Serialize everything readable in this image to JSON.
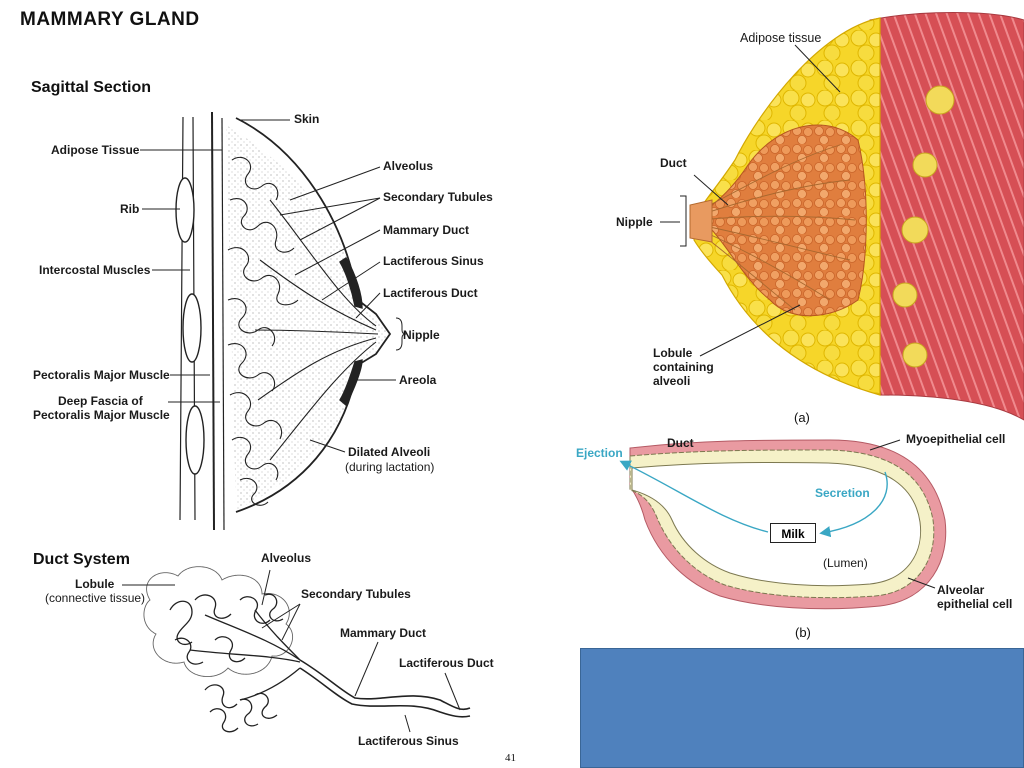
{
  "slide": {
    "title": "MAMMARY  GLAND",
    "page_number": "41"
  },
  "sagittal": {
    "heading": "Sagittal Section",
    "labels": {
      "skin": "Skin",
      "adipose": "Adipose Tissue",
      "rib": "Rib",
      "intercostal": "Intercostal Muscles",
      "pectoralis": "Pectoralis Major Muscle",
      "deep_fascia_1": "Deep Fascia of",
      "deep_fascia_2": "Pectoralis Major Muscle",
      "alveolus": "Alveolus",
      "secondary_tubules": "Secondary Tubules",
      "mammary_duct": "Mammary Duct",
      "lactiferous_sinus": "Lactiferous Sinus",
      "lactiferous_duct": "Lactiferous Duct",
      "nipple": "Nipple",
      "areola": "Areola",
      "dilated_alveoli": "Dilated Alveoli",
      "during_lactation": "(during lactation)"
    }
  },
  "duct_system": {
    "heading": "Duct System",
    "labels": {
      "alveolus": "Alveolus",
      "lobule": "Lobule",
      "connective": "(connective tissue)",
      "secondary_tubules": "Secondary Tubules",
      "mammary_duct": "Mammary Duct",
      "lactiferous_duct": "Lactiferous Duct",
      "lactiferous_sinus": "Lactiferous Sinus"
    }
  },
  "figure_a": {
    "caption": "(a)",
    "labels": {
      "adipose": "Adipose tissue",
      "duct": "Duct",
      "nipple": "Nipple",
      "lobule_1": "Lobule",
      "lobule_2": "containing",
      "lobule_3": "alveoli"
    }
  },
  "figure_b": {
    "caption": "(b)",
    "labels": {
      "duct": "Duct",
      "ejection": "Ejection",
      "myoepithelial": "Myoepithelial cell",
      "secretion": "Secretion",
      "milk": "Milk",
      "lumen": "(Lumen)",
      "alveolar_1": "Alveolar",
      "alveolar_2": "epithelial cell"
    }
  },
  "colors": {
    "text": "#1a1a1a",
    "cyan": "#3aa7c4",
    "adipose": "#f2d21e",
    "lobule": "#e8894a",
    "muscle": "#d9545a",
    "myoepithelial": "#e99aa1",
    "epithelium": "#f5f1c8",
    "panel_blue": "#4f81bd"
  }
}
